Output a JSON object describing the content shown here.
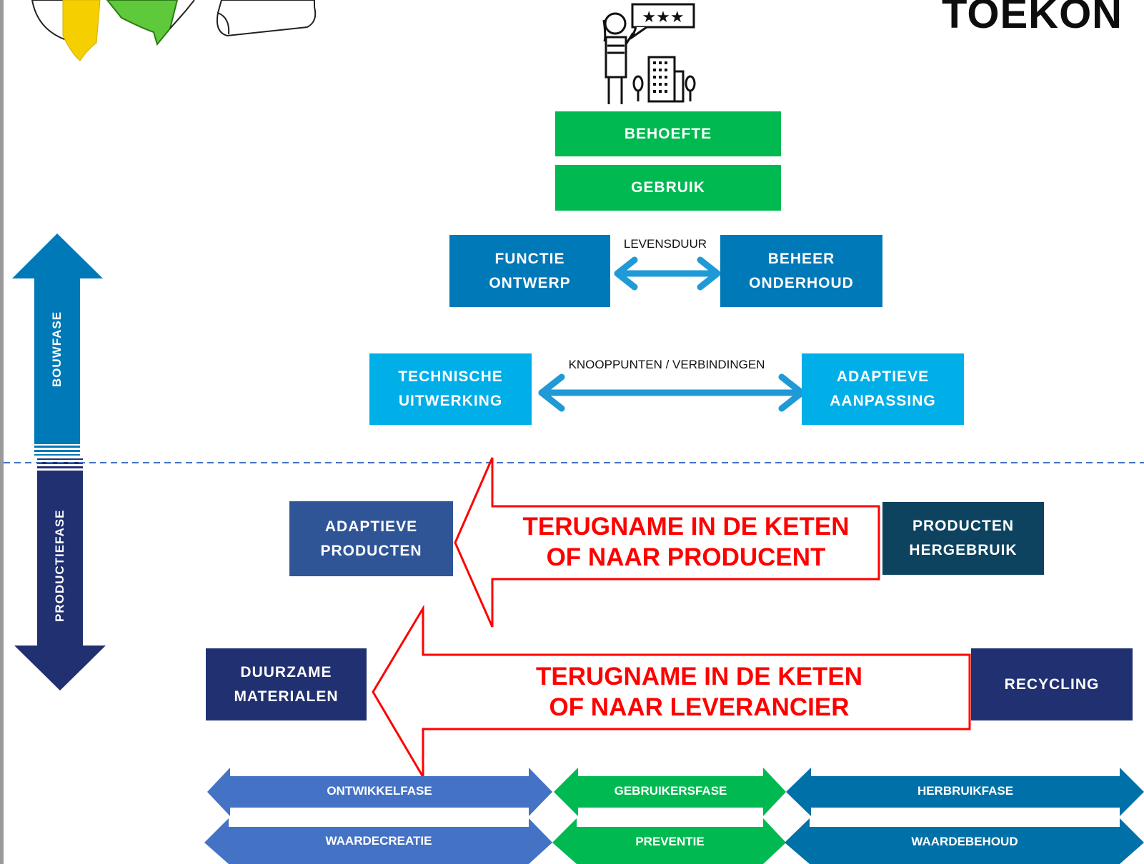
{
  "title": "TOEKON",
  "colors": {
    "green": "#00b950",
    "blue_dark_mid": "#0079b8",
    "blue_light": "#00aee8",
    "navy_mid": "#2f5597",
    "teal_dark": "#0e4360",
    "navy": "#203070",
    "red": "#ff0000",
    "band_blue": "#4472c4",
    "band_teal": "#0070a8",
    "dashed": "#4472c4"
  },
  "top_boxes": {
    "behoefte": "BEHOEFTE",
    "gebruik": "GEBRUIK"
  },
  "row1": {
    "left": "FUNCTIE\nONTWERP",
    "right": "BEHEER\nONDERHOUD",
    "connector": "LEVENSDUUR"
  },
  "row2": {
    "left": "TECHNISCHE\nUITWERKING",
    "right": "ADAPTIEVE\nAANPASSING",
    "connector": "KNOOPPUNTEN / VERBINDINGEN"
  },
  "row3": {
    "left": "ADAPTIEVE\nPRODUCTEN",
    "right": "PRODUCTEN\nHERGEBRUIK",
    "arrow_text": "TERUGNAME IN DE KETEN\nOF NAAR PRODUCENT"
  },
  "row4": {
    "left": "DUURZAME\nMATERIALEN",
    "right": "RECYCLING",
    "arrow_text": "TERUGNAME IN DE KETEN\nOF NAAR LEVERANCIER"
  },
  "phases": {
    "bouwfase": "BOUWFASE",
    "productiefase": "PRODUCTIEFASE"
  },
  "bands": {
    "row1": [
      "ONTWIKKELFASE",
      "GEBRUIKERSFASE",
      "HERBRUIKFASE"
    ],
    "row2": [
      "WAARDECREATIE",
      "PREVENTIE",
      "WAARDEBEHOUD"
    ]
  },
  "icons": [
    "person-review-icon",
    "building-icon",
    "tree-icon",
    "scroll-icon",
    "mascot-icon"
  ]
}
